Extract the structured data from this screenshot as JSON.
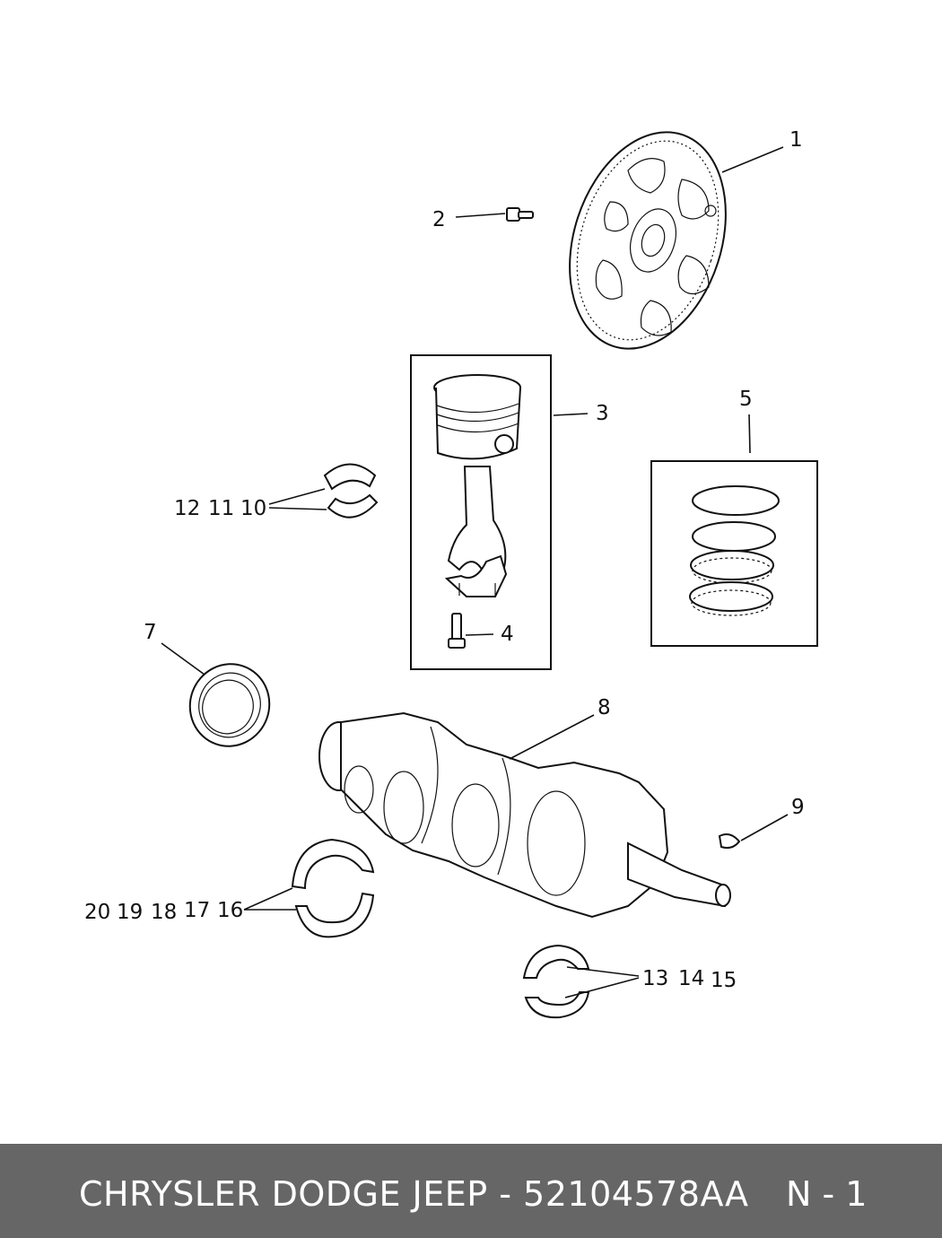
{
  "callouts": {
    "c1": "1",
    "c2": "2",
    "c3": "3",
    "c4": "4",
    "c5": "5",
    "c7": "7",
    "c8": "8",
    "c9": "9",
    "c10": "10",
    "c11": "11",
    "c12": "12",
    "c13": "13",
    "c14": "14",
    "c15": "15",
    "c16": "16",
    "c17": "17",
    "c18": "18",
    "c19": "19",
    "c20": "20"
  },
  "footer": {
    "title": "CHRYSLER DODGE JEEP - 52104578AA",
    "page": "N - 1"
  },
  "colors": {
    "footer_bg": "#666666",
    "footer_text": "#ffffff",
    "line": "#111111"
  }
}
